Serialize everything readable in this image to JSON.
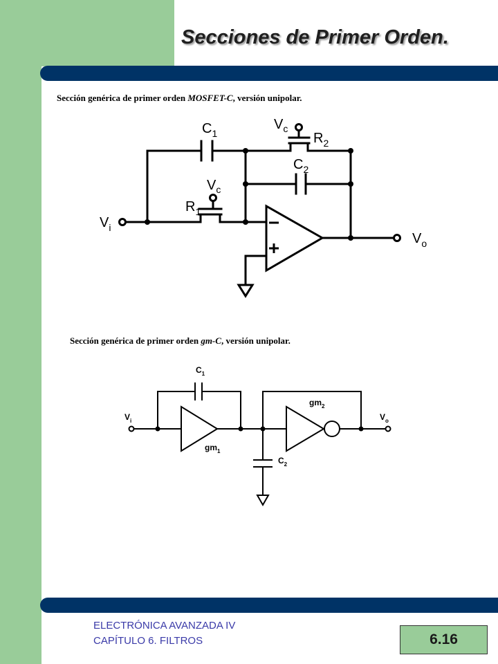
{
  "slide": {
    "title": "Secciones de Primer Orden.",
    "page_number": "6.16"
  },
  "footer": {
    "line1": "ELECTRÓNICA AVANZADA IV",
    "line2": "CAPÍTULO 6. FILTROS"
  },
  "circuit1": {
    "caption_prefix": "Sección genérica de primer orden ",
    "caption_em": "MOSFET-C",
    "caption_suffix": ", versión unipolar.",
    "labels": {
      "C1": {
        "main": "C",
        "sub": "1"
      },
      "Vc_top": {
        "main": "V",
        "sub": "c"
      },
      "R2": {
        "main": "R",
        "sub": "2"
      },
      "C2": {
        "main": "C",
        "sub": "2"
      },
      "Vc_mid": {
        "main": "V",
        "sub": "c"
      },
      "R1": {
        "main": "R",
        "sub": "1"
      },
      "Vi": {
        "main": "V",
        "sub": "i"
      },
      "Vo": {
        "main": "V",
        "sub": "o"
      },
      "minus": "−",
      "plus": "+"
    }
  },
  "circuit2": {
    "caption_prefix": "Sección genérica de primer orden ",
    "caption_em": "gm-C",
    "caption_suffix": ", versión unipolar.",
    "labels": {
      "C1": {
        "main": "C",
        "sub": "1"
      },
      "gm2": {
        "main": "gm",
        "sub": "2"
      },
      "Vi": {
        "main": "V",
        "sub": "i"
      },
      "Vo": {
        "main": "V",
        "sub": "o"
      },
      "gm1": {
        "main": "gm",
        "sub": "1"
      },
      "C2": {
        "main": "C",
        "sub": "2"
      }
    }
  }
}
